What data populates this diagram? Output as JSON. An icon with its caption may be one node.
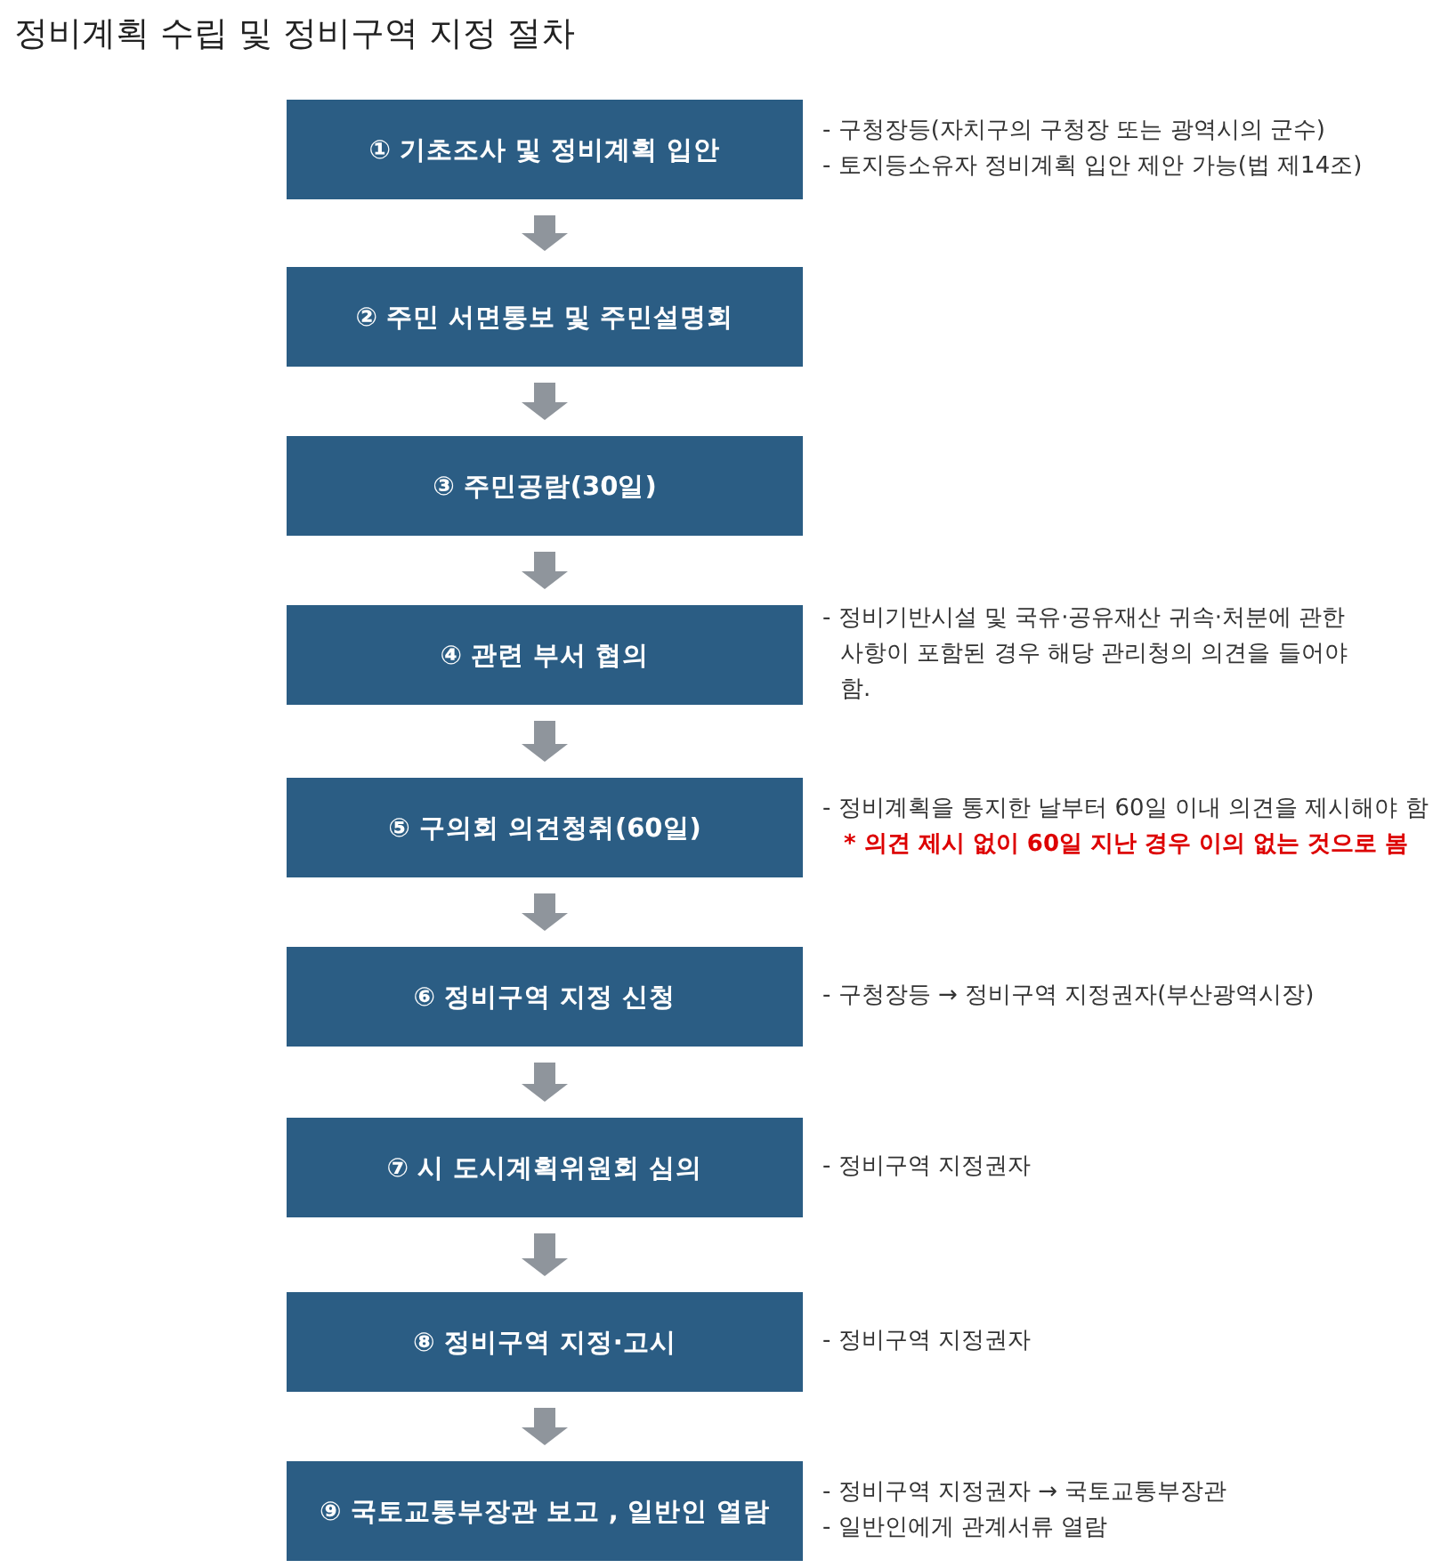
{
  "diagram": {
    "title": "정비계획 수립 및 정비구역 지정 절차",
    "nodes": [
      {
        "text": [
          "① 기초조사 및 정비계획 입안"
        ],
        "beside": [
          "- 구청장등(자치구의 구청장 또는 광역시의 군수)",
          "- 토지등소유자 정비계획 입안 제안 가능(법 제14조)"
        ]
      },
      {
        "text": [
          "② 주민 서면통보 및 주민설명회"
        ]
      },
      {
        "text": [
          "③ 주민공람(30일)"
        ]
      },
      {
        "text": [
          "④ 관련 부서 협의"
        ],
        "beside": [
          "- 정비기반시설 및 국유·공유재산 귀속·처분에 관한 사항이 포함된 경우 해당 관리청의 의견을 들어야 함."
        ]
      },
      {
        "text": [
          "⑤ 구의회 의견청취(60일)"
        ],
        "beside": [
          "- 정비계획을 통지한 날부터 60일 이내 의견을 제시해야 함",
          "* 의견 제시 없이 60일 지난 경우 이의 없는 것으로 봄"
        ]
      },
      {
        "text": [
          "⑥ 정비구역 지정 신청"
        ],
        "beside": [
          "- 구청장등 → 정비구역 지정권자(부산광역시장)"
        ]
      },
      {
        "text": [
          "⑦ 시 도시계획위원회 심의"
        ],
        "beside": [
          "- 정비구역 지정권자"
        ]
      },
      {
        "text": [
          "⑧ 정비구역 지정·고시"
        ],
        "beside": [
          "- 정비구역 지정권자"
        ]
      },
      {
        "text": [
          "⑨ 국토교통부장관 보고 , 일반인 열람"
        ],
        "beside": [
          "- 정비구역 지정권자 → 국토교통부장관",
          "- 일반인에게 관계서류 열람"
        ]
      }
    ],
    "edges": [
      {
        "from": 0,
        "to": 1,
        "arrow": "to"
      },
      {
        "from": 1,
        "to": 2,
        "arrow": "to"
      },
      {
        "from": 2,
        "to": 3,
        "arrow": "to"
      },
      {
        "from": 3,
        "to": 4,
        "arrow": "to"
      },
      {
        "from": 4,
        "to": 5,
        "arrow": "to"
      },
      {
        "from": 5,
        "to": 6,
        "arrow": "to"
      },
      {
        "from": 6,
        "to": 7,
        "arrow": "to"
      },
      {
        "from": 7,
        "to": 8,
        "arrow": "to"
      }
    ]
  }
}
